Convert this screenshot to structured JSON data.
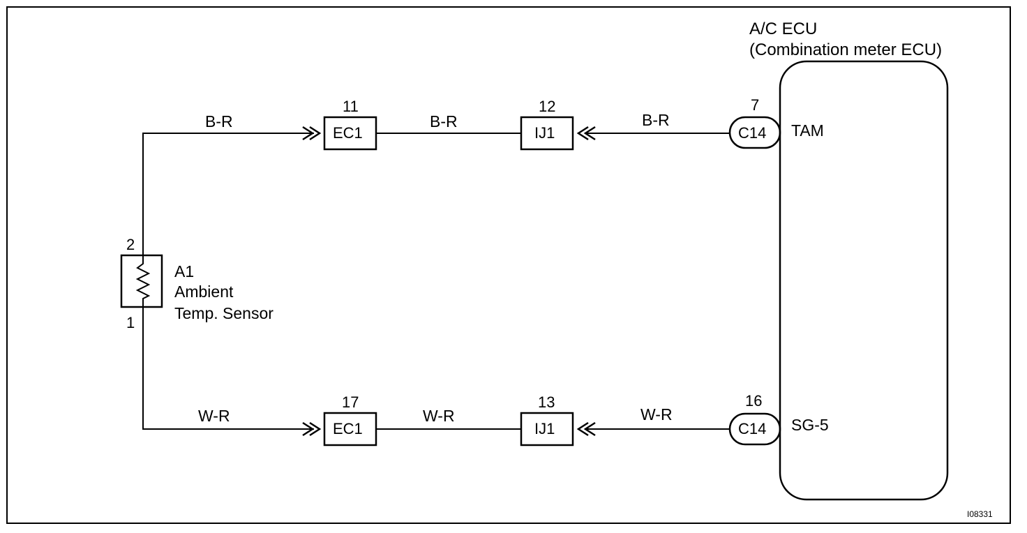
{
  "ecu": {
    "title_line1": "A/C ECU",
    "title_line2": "(Combination meter ECU)",
    "terminal_top": "TAM",
    "terminal_bottom": "SG-5"
  },
  "sensor": {
    "code": "A1",
    "name_line1": "Ambient",
    "name_line2": "Temp. Sensor",
    "pin_top": "2",
    "pin_bottom": "1"
  },
  "top_circuit": {
    "wire_left": "B-R",
    "wire_mid": "B-R",
    "wire_right": "B-R",
    "connector1": {
      "name": "EC1",
      "pin": "11"
    },
    "connector2": {
      "name": "IJ1",
      "pin": "12"
    },
    "ecu_connector": {
      "name": "C14",
      "pin": "7"
    }
  },
  "bottom_circuit": {
    "wire_left": "W-R",
    "wire_mid": "W-R",
    "wire_right": "W-R",
    "connector1": {
      "name": "EC1",
      "pin": "17"
    },
    "connector2": {
      "name": "IJ1",
      "pin": "13"
    },
    "ecu_connector": {
      "name": "C14",
      "pin": "16"
    }
  },
  "figure_id": "I08331"
}
